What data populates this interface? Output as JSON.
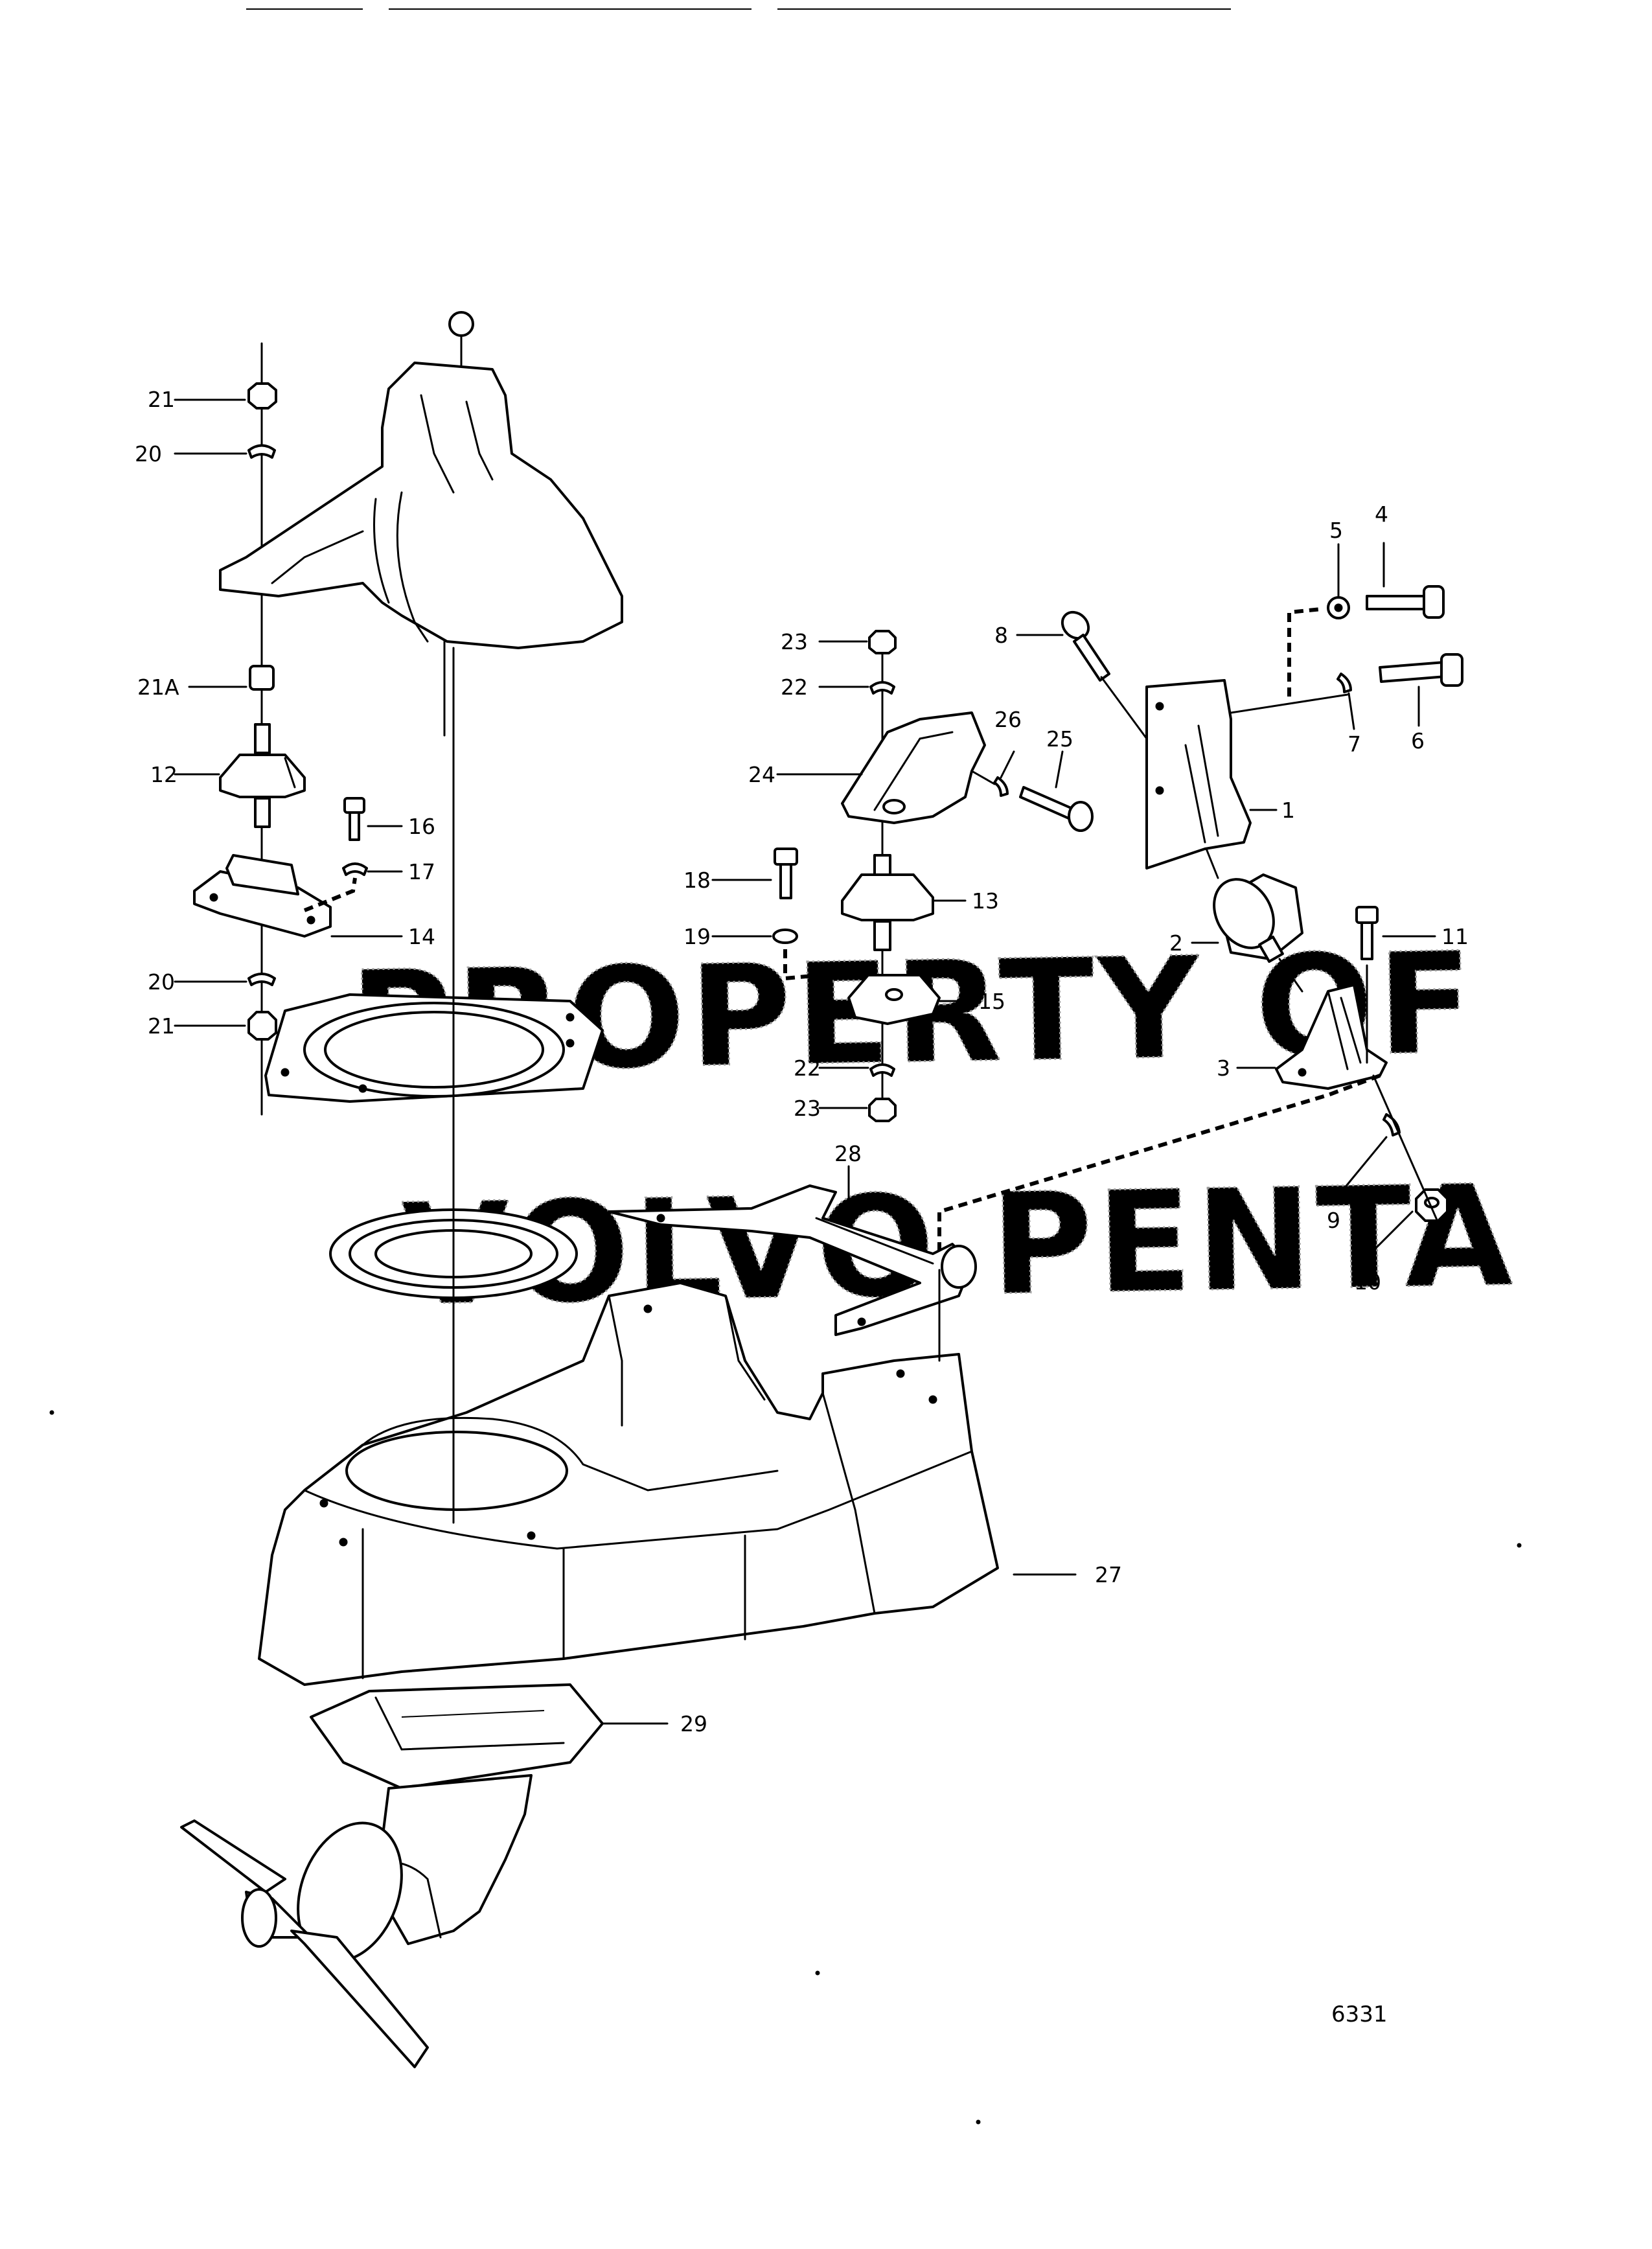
{
  "figure_number": "6331",
  "watermark": {
    "line1": "PROPERTY OF",
    "line2": "VOLVO PENTA"
  },
  "callouts": [
    {
      "id": "c1",
      "label": "1"
    },
    {
      "id": "c2",
      "label": "2"
    },
    {
      "id": "c3",
      "label": "3"
    },
    {
      "id": "c4",
      "label": "4"
    },
    {
      "id": "c5",
      "label": "5"
    },
    {
      "id": "c6",
      "label": "6"
    },
    {
      "id": "c7",
      "label": "7"
    },
    {
      "id": "c8",
      "label": "8"
    },
    {
      "id": "c9",
      "label": "9"
    },
    {
      "id": "c10",
      "label": "10"
    },
    {
      "id": "c11",
      "label": "11"
    },
    {
      "id": "c12",
      "label": "12"
    },
    {
      "id": "c13",
      "label": "13"
    },
    {
      "id": "c14",
      "label": "14"
    },
    {
      "id": "c15",
      "label": "15"
    },
    {
      "id": "c16",
      "label": "16"
    },
    {
      "id": "c17",
      "label": "17"
    },
    {
      "id": "c18",
      "label": "18"
    },
    {
      "id": "c19",
      "label": "19"
    },
    {
      "id": "c20a",
      "label": "20"
    },
    {
      "id": "c20b",
      "label": "20"
    },
    {
      "id": "c21a",
      "label": "21"
    },
    {
      "id": "c21b",
      "label": "21"
    },
    {
      "id": "c21A",
      "label": "21A"
    },
    {
      "id": "c22a",
      "label": "22"
    },
    {
      "id": "c22b",
      "label": "22"
    },
    {
      "id": "c23a",
      "label": "23"
    },
    {
      "id": "c23b",
      "label": "23"
    },
    {
      "id": "c24",
      "label": "24"
    },
    {
      "id": "c25",
      "label": "25"
    },
    {
      "id": "c26",
      "label": "26"
    },
    {
      "id": "c27",
      "label": "27"
    },
    {
      "id": "c28",
      "label": "28"
    },
    {
      "id": "c29",
      "label": "29"
    }
  ]
}
